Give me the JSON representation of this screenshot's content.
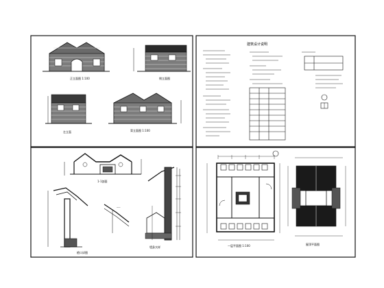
{
  "sheet": {
    "background": "#ffffff",
    "line_color": "#111111",
    "panels": [
      {
        "id": "elevations",
        "caption_front": "正立面图 1:100",
        "caption_side_a": "侧立面图",
        "caption_left": "左立面",
        "caption_back": "背立面图 1:100"
      },
      {
        "id": "notes",
        "heading": "建筑设计说明"
      },
      {
        "id": "sections",
        "caption_section": "1-1剖面",
        "caption_detail_a": "檐口详图",
        "caption_detail_b": "墙身大样"
      },
      {
        "id": "plans",
        "caption_floor": "一层平面图 1:100",
        "caption_roof": "屋顶平面图"
      }
    ]
  }
}
